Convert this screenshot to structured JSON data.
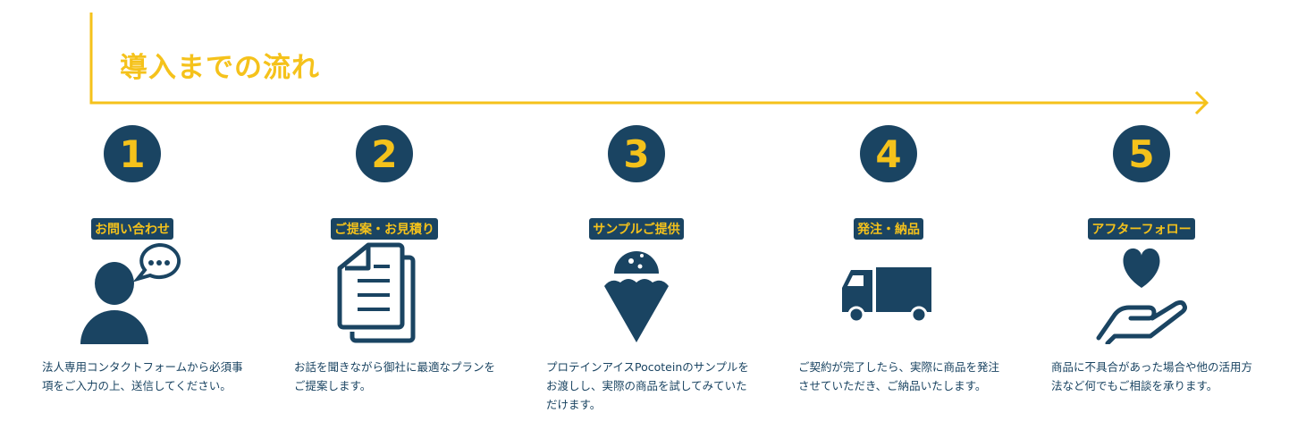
{
  "title": "導入までの流れ",
  "colors": {
    "navy": "#1a4462",
    "yellow": "#f5c21b"
  },
  "steps": [
    {
      "number": "1",
      "label": "お問い合わせ",
      "icon": "person-chat-icon",
      "text": "法人専用コンタクトフォームから必須事項をご入力の上、送信してください。"
    },
    {
      "number": "2",
      "label": "ご提案・お見積り",
      "icon": "documents-icon",
      "text": "お話を聞きながら御社に最適なプランをご提案します。"
    },
    {
      "number": "3",
      "label": "サンプルご提供",
      "icon": "ice-cream-icon",
      "text": "プロテインアイスPocoteinのサンプルをお渡しし、実際の商品を試してみていただけます。"
    },
    {
      "number": "4",
      "label": "発注・納品",
      "icon": "truck-icon",
      "text": "ご契約が完了したら、実際に商品を発注させていただき、ご納品いたします。"
    },
    {
      "number": "5",
      "label": "アフターフォロー",
      "icon": "heart-hand-icon",
      "text": "商品に不具合があった場合や他の活用方法など何でもご相談を承ります。"
    }
  ]
}
